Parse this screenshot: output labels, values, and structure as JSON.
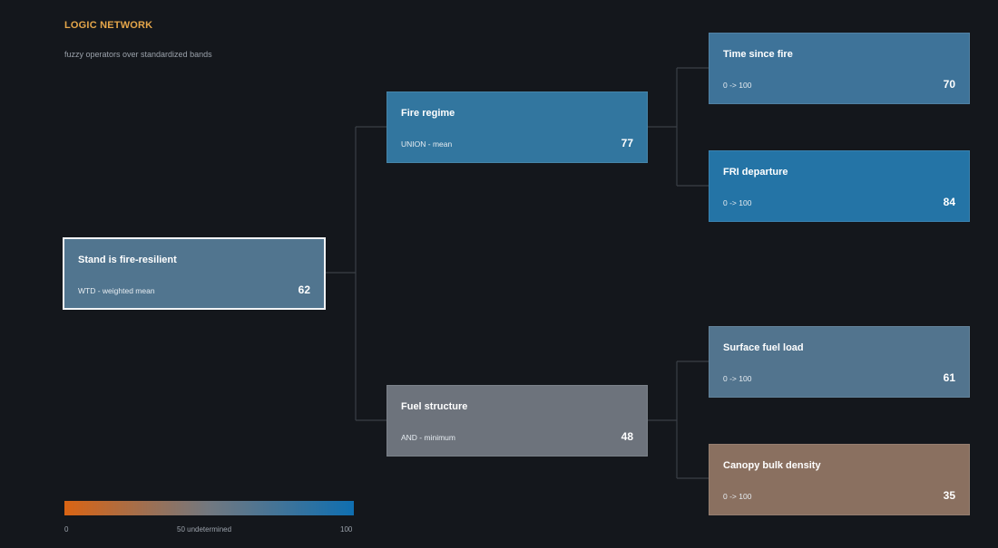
{
  "header": {
    "title": "LOGIC NETWORK",
    "subtitle": "fuzzy operators over standardized bands"
  },
  "nodes": {
    "root": {
      "title": "Stand is fire-resilient",
      "operator": "WTD - weighted mean",
      "value": "62",
      "color": "#51758f"
    },
    "fire_regime": {
      "title": "Fire regime",
      "operator": "UNION - mean",
      "value": "77",
      "color": "#32769f"
    },
    "fuel_structure": {
      "title": "Fuel structure",
      "operator": "AND - minimum",
      "value": "48",
      "color": "#6d737c"
    },
    "time_since_fire": {
      "title": "Time since fire",
      "operator": "0 -> 100",
      "value": "70",
      "color": "#3e7399"
    },
    "fri_departure": {
      "title": "FRI departure",
      "operator": "0 -> 100",
      "value": "84",
      "color": "#2474a6"
    },
    "surface_fuel_load": {
      "title": "Surface fuel load",
      "operator": "0 -> 100",
      "value": "61",
      "color": "#52748e"
    },
    "canopy_bulk_density": {
      "title": "Canopy bulk density",
      "operator": "0 -> 100",
      "value": "35",
      "color": "#8a7060"
    }
  },
  "legend": {
    "min_label": "0",
    "mid_label": "50 undetermined",
    "max_label": "100",
    "colors": {
      "low": "#d96414",
      "mid": "#727880",
      "high": "#0f6fb1"
    }
  },
  "colors": {
    "background": "#14171c",
    "accent": "#e5a64a",
    "edge": "#3a3f46"
  }
}
